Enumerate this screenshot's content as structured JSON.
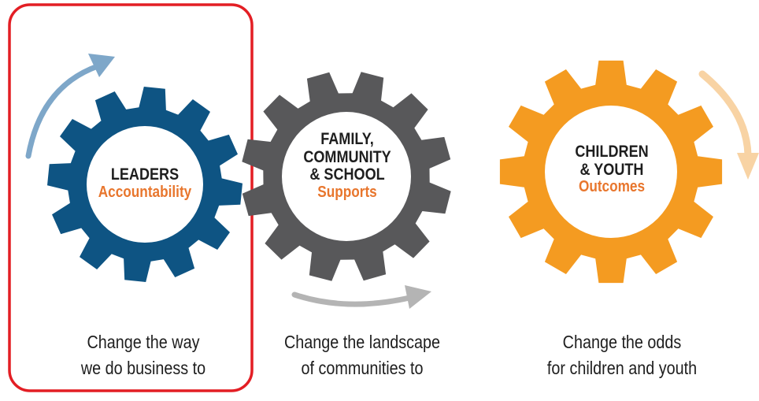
{
  "colors": {
    "leaders_gear": "#0e5483",
    "family_gear": "#58585a",
    "children_gear": "#f49b21",
    "subtitle_orange": "#e8762d",
    "highlight_frame": "#e31e24",
    "arrow_blue": "#7ea7c9",
    "arrow_gray": "#b4b4b4",
    "arrow_peach": "#f8d3a4"
  },
  "gears": [
    {
      "title_lines": [
        "LEADERS"
      ],
      "subtitle": "Accountability",
      "color_key": "leaders_gear"
    },
    {
      "title_lines": [
        "FAMILY,",
        "COMMUNITY",
        "& SCHOOL"
      ],
      "subtitle": "Supports",
      "color_key": "family_gear"
    },
    {
      "title_lines": [
        "CHILDREN",
        "& YOUTH"
      ],
      "subtitle": "Outcomes",
      "color_key": "children_gear"
    }
  ],
  "captions": [
    {
      "lines": [
        "Change the way",
        "we do business to"
      ]
    },
    {
      "lines": [
        "Change the landscape",
        "of communities to"
      ]
    },
    {
      "lines": [
        "Change the odds",
        "for children and youth"
      ]
    }
  ],
  "icons": {
    "arrow_leaders": "curved-arrow-up-right-icon",
    "arrow_family": "curved-arrow-right-icon",
    "arrow_children": "curved-arrow-down-icon"
  }
}
